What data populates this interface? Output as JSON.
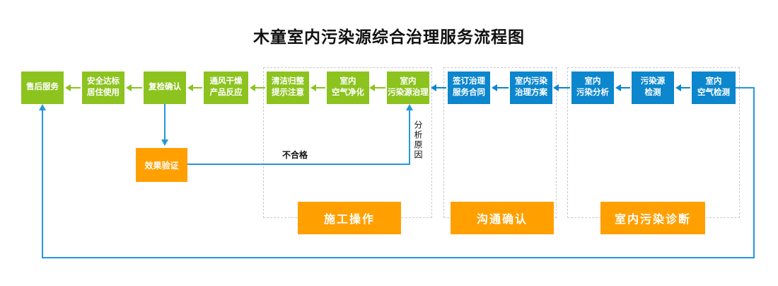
{
  "title": "木童室内污染源综合治理服务流程图",
  "flow_nodes": [
    {
      "label": "售后服务",
      "color": "green"
    },
    {
      "label": "安全达标\n居住使用",
      "color": "green"
    },
    {
      "label": "复检确认",
      "color": "green"
    },
    {
      "label": "通风干燥\n产品反应",
      "color": "green"
    },
    {
      "label": "清洁归整\n提示注意",
      "color": "green"
    },
    {
      "label": "室内\n空气净化",
      "color": "green"
    },
    {
      "label": "室内\n污染源治理",
      "color": "green"
    },
    {
      "label": "签订治理\n服务合同",
      "color": "blue"
    },
    {
      "label": "室内污染\n治理方案",
      "color": "blue"
    },
    {
      "label": "室内\n污染分析",
      "color": "blue"
    },
    {
      "label": "污染源\n检测",
      "color": "blue"
    },
    {
      "label": "室内\n空气检测",
      "color": "blue"
    }
  ],
  "verify_node": {
    "label": "效果验证",
    "color": "orange"
  },
  "stage_labels": [
    {
      "label": "施工操作"
    },
    {
      "label": "沟通确认"
    },
    {
      "label": "室内污染诊断"
    }
  ],
  "edge_labels": {
    "fail": "不合格",
    "analyze_cause": "分析原因"
  },
  "colors": {
    "green": "#8cc31f",
    "blue": "#0c86cd",
    "orange": "#ffa000",
    "connector_blue": "#2398da",
    "dashed_border": "#c9c9c9",
    "title_text": "#111111",
    "node_text": "#ffffff"
  }
}
